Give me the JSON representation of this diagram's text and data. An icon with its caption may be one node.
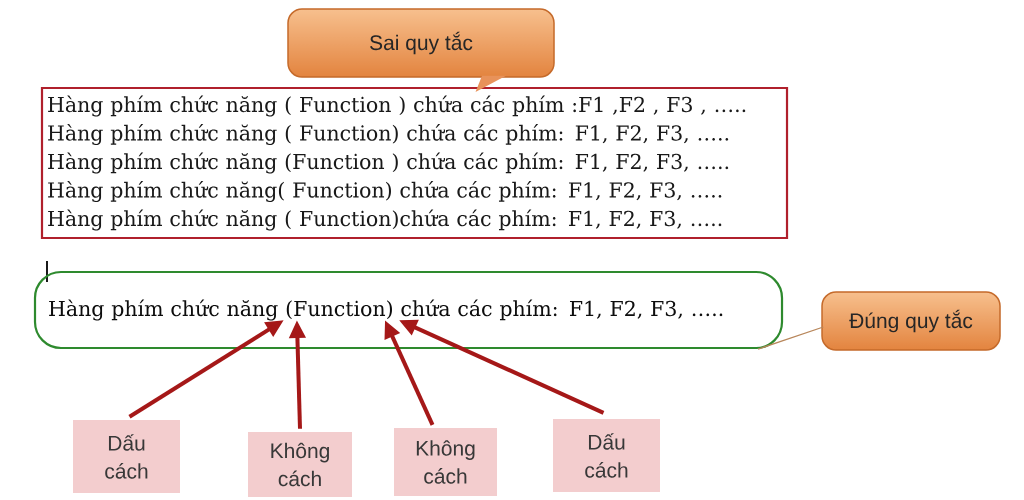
{
  "diagram": {
    "nodes": [
      {
        "text": [
          "Sai quy tắc"
        ]
      },
      {
        "text": [
          "Hàng phím chức năng ( Function ) chứa các phím :F1 ,F2 , F3 , …..",
          "Hàng phím chức năng ( Function) chứa các phím: F1, F2, F3, …..",
          "Hàng phím chức năng (Function ) chứa các phím: F1, F2, F3, …..",
          "Hàng phím chức năng( Function) chứa các phím: F1, F2, F3, …..",
          "Hàng phím chức năng ( Function)chứa các phím: F1, F2, F3, ….."
        ]
      },
      {
        "text": [
          "Hàng phím chức năng (Function) chứa các phím: F1, F2, F3, ….."
        ]
      },
      {
        "text": [
          "Đúng quy tắc"
        ]
      },
      {
        "text": [
          "Dấu cách"
        ]
      },
      {
        "text": [
          "Không cách"
        ]
      },
      {
        "text": [
          "Không cách"
        ]
      },
      {
        "text": [
          "Dấu cách"
        ]
      }
    ],
    "edges": [
      {
        "from": 0,
        "to": 1,
        "arrow": "none",
        "color": "#e8925a"
      },
      {
        "from": 3,
        "to": 2,
        "arrow": "none",
        "color": "#b8865a"
      },
      {
        "from": 4,
        "to": 2,
        "arrow": "to"
      },
      {
        "from": 5,
        "to": 2,
        "arrow": "to"
      },
      {
        "from": 6,
        "to": 2,
        "arrow": "to"
      },
      {
        "from": 7,
        "to": 2,
        "arrow": "to"
      }
    ]
  }
}
